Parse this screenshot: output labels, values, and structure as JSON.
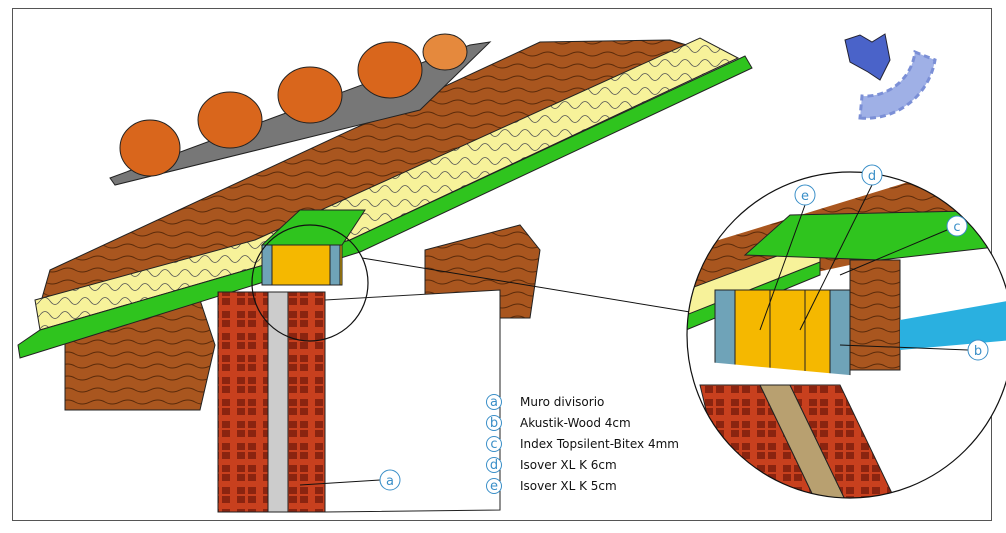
{
  "legend": [
    {
      "key": "a",
      "label": "Muro divisorio"
    },
    {
      "key": "b",
      "label": "Akustik-Wood 4cm"
    },
    {
      "key": "c",
      "label": "Index Topsilent-Bitex 4mm"
    },
    {
      "key": "d",
      "label": "Isover XL K 6cm"
    },
    {
      "key": "e",
      "label": "Isover XL K 5cm"
    }
  ],
  "colors": {
    "wood": "#a0521e",
    "insulation_yellow": "#f7f29a",
    "membrane_green": "#2fc41e",
    "panel_orange": "#f5b800",
    "brick": "#c8401e",
    "tile": "#d9661c",
    "label_blue": "#3a8fc8",
    "logo_blue": "#7b8fd6"
  }
}
